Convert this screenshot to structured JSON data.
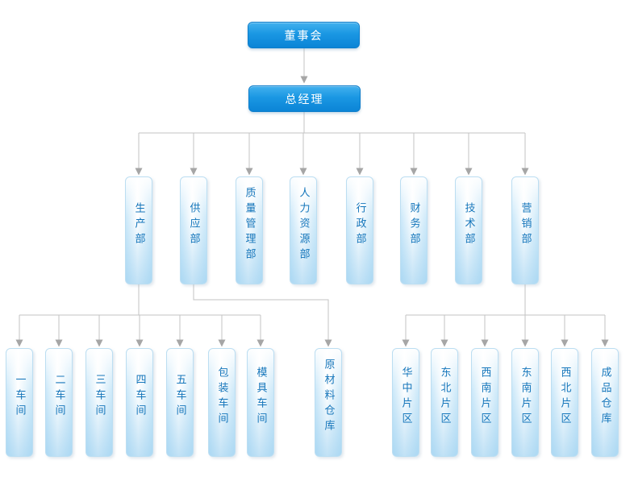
{
  "org": {
    "board": "董事会",
    "general_manager": "总经理",
    "departments": [
      "生产部",
      "供应部",
      "质量管理部",
      "人力资源部",
      "行政部",
      "财务部",
      "技术部",
      "营销部"
    ],
    "production_children": [
      "一车间",
      "二车间",
      "三车间",
      "四车间",
      "五车间",
      "包装车间",
      "模具车间"
    ],
    "supply_children": [
      "原材料仓库"
    ],
    "marketing_children": [
      "华中片区",
      "东北片区",
      "西南片区",
      "东南片区",
      "西北片区",
      "成品仓库"
    ]
  },
  "colors": {
    "primary_node_top": "#42b1ee",
    "primary_node_bottom": "#0b84d6",
    "light_node_fill": "#cde9f9",
    "light_node_border": "#bcdef2",
    "node_text_blue": "#1576bb",
    "connector_line": "#c3c3c3",
    "arrowhead": "#a6a6a6"
  }
}
